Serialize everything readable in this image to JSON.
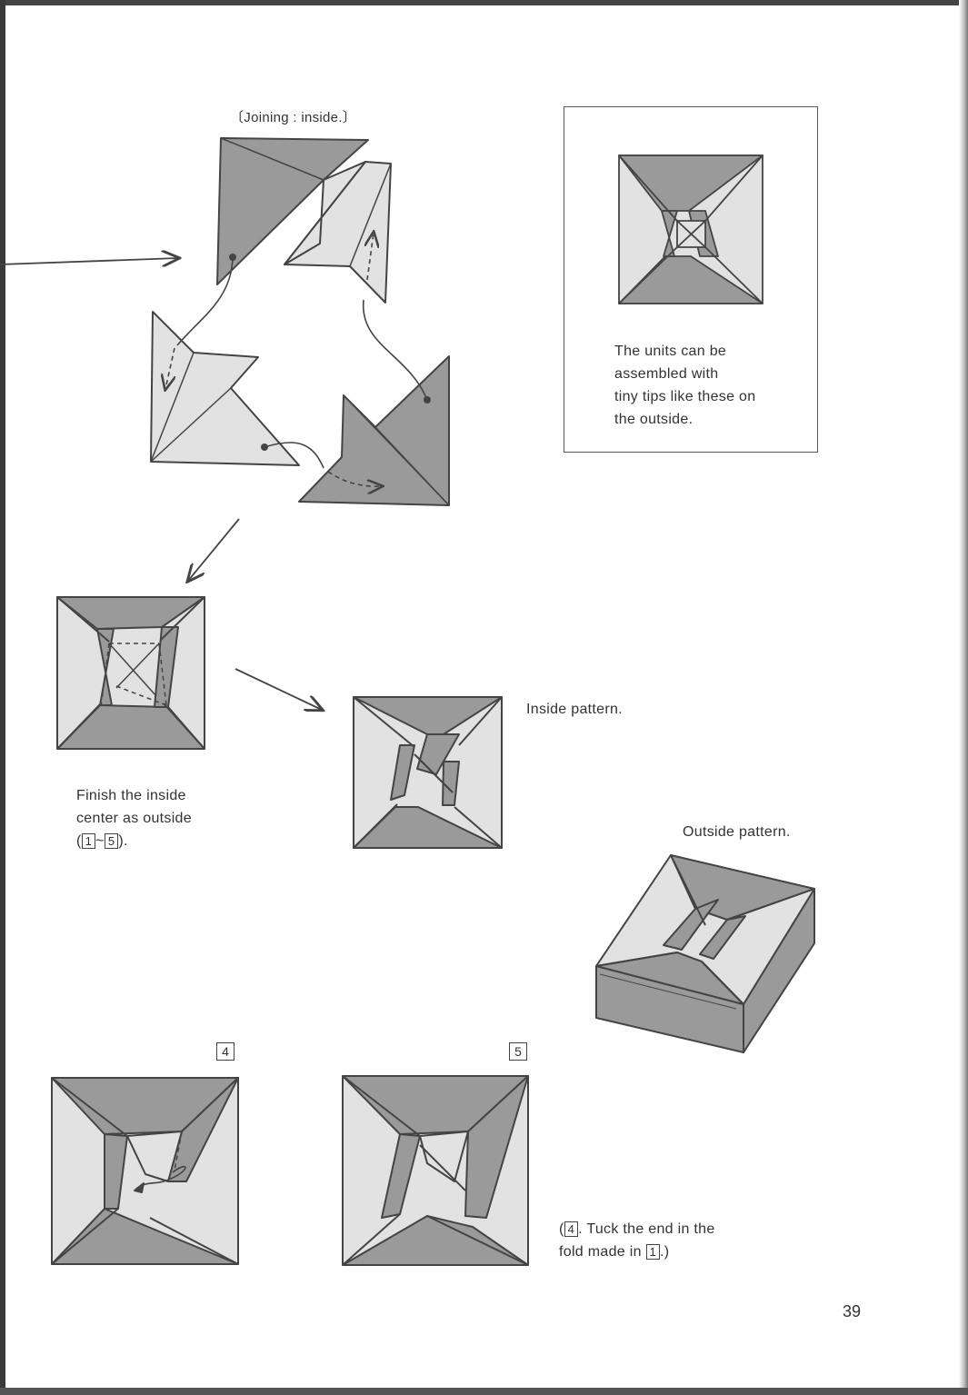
{
  "header": {
    "joining_label": "〔Joining : inside.〕"
  },
  "inset_note": {
    "line1": "The units can be",
    "line2": "assembled with",
    "line3": "tiny tips like these on",
    "line4": "the outside."
  },
  "inside_pattern_label": "Inside pattern.",
  "outside_pattern_label": "Outside pattern.",
  "finish_note": {
    "line1": "Finish the inside",
    "line2": "center as outside",
    "open": "(",
    "step_a": "1",
    "tilde": "~",
    "step_b": "5",
    "close": ")."
  },
  "steps": {
    "four": "4",
    "five": "5"
  },
  "tuck_note": {
    "open": "(",
    "step_a": "4",
    "text_a": ". Tuck the end in the",
    "text_b": "fold made in",
    "step_b": "1",
    "close": ".)"
  },
  "page_number": "39",
  "colors": {
    "shade": "#9a9a9a",
    "light": "#e2e2e2",
    "line": "#444444"
  }
}
